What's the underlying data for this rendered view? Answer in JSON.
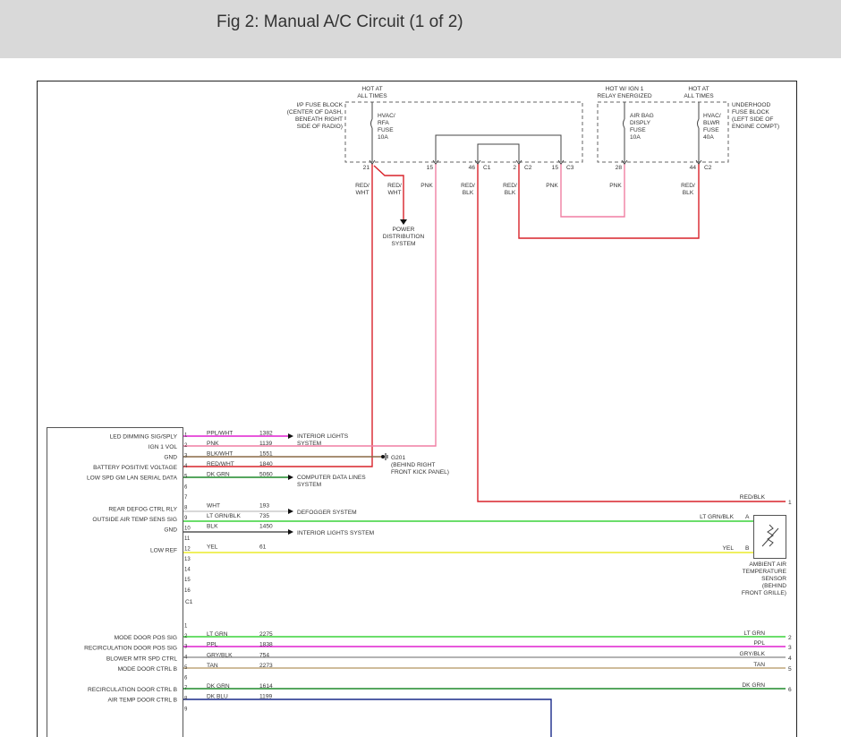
{
  "title": "Fig 2: Manual A/C Circuit (1 of 2)",
  "colors": {
    "red": "#d9232a",
    "pink": "#f07fa3",
    "magenta": "#e020d0",
    "green": "#2a9a2a",
    "lime": "#3ad33a",
    "yellow": "#ecec2a",
    "brown": "#8a6a45",
    "tan": "#bfa57a",
    "gray": "#9a9a9a",
    "blue": "#1a2a8a",
    "darkgreen": "#1f6b2a"
  },
  "top_labels": {
    "hot_all_times_1": [
      "HOT AT",
      "ALL TIMES"
    ],
    "hot_ign": [
      "HOT W/ IGN 1",
      "RELAY ENERGIZED"
    ],
    "hot_all_times_2": [
      "HOT AT",
      "ALL TIMES"
    ],
    "ip_fuse_block": [
      "I/P FUSE BLOCK",
      "(CENTER OF DASH,",
      "BENEATH RIGHT",
      "SIDE OF RADIO)"
    ],
    "underhood_fuse_block": [
      "UNDERHOOD",
      "FUSE BLOCK",
      "(LEFT SIDE OF",
      "ENGINE COMPT)"
    ],
    "fuse_hvac_rfa": [
      "HVAC/",
      "RFA",
      "FUSE",
      "10A"
    ],
    "fuse_airbag": [
      "AIR BAG",
      "DISPLY",
      "FUSE",
      "10A"
    ],
    "fuse_hvac_blwr": [
      "HVAC/",
      "BLWR",
      "FUSE",
      "40A"
    ]
  },
  "pins": [
    {
      "num": "21",
      "conn": ""
    },
    {
      "num": "15",
      "conn": ""
    },
    {
      "num": "46",
      "conn": "C1"
    },
    {
      "num": "2",
      "conn": "C2"
    },
    {
      "num": "15",
      "conn": "C3"
    },
    {
      "num": "28",
      "conn": ""
    },
    {
      "num": "44",
      "conn": "C2"
    }
  ],
  "wire_colors_top": {
    "w1": [
      "RED/",
      "WHT"
    ],
    "w2": [
      "RED/",
      "WHT"
    ],
    "w3": [
      "PNK"
    ],
    "w4": [
      "RED/",
      "BLK"
    ],
    "w5": [
      "RED/",
      "BLK"
    ],
    "w6": [
      "PNK"
    ],
    "w7": [
      "PNK"
    ],
    "w8": [
      "RED/",
      "BLK"
    ]
  },
  "power_distribution": [
    "POWER",
    "DISTRIBUTION",
    "SYSTEM"
  ],
  "module_rows": [
    {
      "label": "LED DIMMING SIG/SPLY",
      "pin": "1",
      "color": "PPL/WHT",
      "circuit": "1382"
    },
    {
      "label": "IGN 1 VOL",
      "pin": "2",
      "color": "PNK",
      "circuit": "1139"
    },
    {
      "label": "GND",
      "pin": "3",
      "color": "BLK/WHT",
      "circuit": "1551"
    },
    {
      "label": "BATTERY POSITIVE VOLTAGE",
      "pin": "4",
      "color": "RED/WHT",
      "circuit": "1840"
    },
    {
      "label": "LOW SPD GM LAN SERIAL DATA",
      "pin": "5",
      "color": "DK GRN",
      "circuit": "5060"
    },
    {
      "label": "",
      "pin": "6",
      "color": "",
      "circuit": ""
    },
    {
      "label": "",
      "pin": "7",
      "color": "",
      "circuit": ""
    },
    {
      "label": "REAR DEFOG CTRL RLY",
      "pin": "8",
      "color": "WHT",
      "circuit": "193"
    },
    {
      "label": "OUTSIDE AIR TEMP SENS SIG",
      "pin": "9",
      "color": "LT GRN/BLK",
      "circuit": "735"
    },
    {
      "label": "GND",
      "pin": "10",
      "color": "BLK",
      "circuit": "1450"
    },
    {
      "label": "",
      "pin": "11",
      "color": "",
      "circuit": ""
    },
    {
      "label": "LOW REF",
      "pin": "12",
      "color": "YEL",
      "circuit": "61"
    },
    {
      "label": "",
      "pin": "13",
      "color": "",
      "circuit": ""
    },
    {
      "label": "",
      "pin": "14",
      "color": "",
      "circuit": ""
    },
    {
      "label": "",
      "pin": "15",
      "color": "",
      "circuit": ""
    },
    {
      "label": "",
      "pin": "16",
      "color": "",
      "circuit": ""
    }
  ],
  "connector_c1": "C1",
  "module_rows_2": [
    {
      "label": "",
      "pin": "1",
      "color": "",
      "circuit": ""
    },
    {
      "label": "MODE DOOR POS SIG",
      "pin": "2",
      "color": "LT GRN",
      "circuit": "2275"
    },
    {
      "label": "RECIRCULATION DOOR POS SIG",
      "pin": "3",
      "color": "PPL",
      "circuit": "1838"
    },
    {
      "label": "BLOWER MTR SPD CTRL",
      "pin": "4",
      "color": "GRY/BLK",
      "circuit": "754"
    },
    {
      "label": "MODE DOOR CTRL B",
      "pin": "5",
      "color": "TAN",
      "circuit": "2273"
    },
    {
      "label": "",
      "pin": "6",
      "color": "",
      "circuit": ""
    },
    {
      "label": "RECIRCULATION DOOR CTRL B",
      "pin": "7",
      "color": "DK GRN",
      "circuit": "1614"
    },
    {
      "label": "AIR TEMP DOOR CTRL B",
      "pin": "8",
      "color": "DK BLU",
      "circuit": "1199"
    },
    {
      "label": "",
      "pin": "9",
      "color": "",
      "circuit": ""
    }
  ],
  "destinations": {
    "interior_lights_1": [
      "INTERIOR LIGHTS",
      "SYSTEM"
    ],
    "g201": [
      "G201",
      "(BEHIND RIGHT",
      "FRONT KICK PANEL)"
    ],
    "computer_data": [
      "COMPUTER DATA LINES",
      "SYSTEM"
    ],
    "defogger": "DEFOGGER SYSTEM",
    "interior_lights_2": "INTERIOR LIGHTS SYSTEM"
  },
  "right_labels": {
    "red_blk": "RED/BLK",
    "red_blk_num": "1",
    "lt_grn_blk": "LT GRN/BLK",
    "pin_a": "A",
    "yel": "YEL",
    "pin_b": "B",
    "sensor": [
      "AMBIENT AIR",
      "TEMPERATURE",
      "SENSOR",
      "(BEHIND",
      "FRONT GRILLE)"
    ],
    "r2": "LT GRN",
    "r2n": "2",
    "r3": "PPL",
    "r3n": "3",
    "r4": "GRY/BLK",
    "r4n": "4",
    "r5": "TAN",
    "r5n": "5",
    "r7": "DK GRN",
    "r7n": "6"
  }
}
